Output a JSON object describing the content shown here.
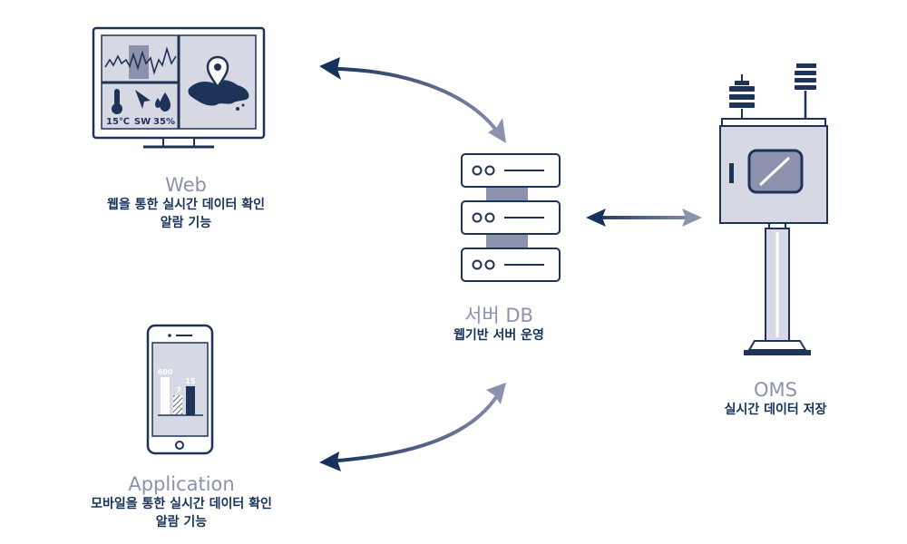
{
  "web": {
    "title": "Web",
    "lines": [
      "웹을 통한 실시간 데이터 확인",
      "알람 기능"
    ],
    "readouts": {
      "temperature": "15℃",
      "wind": "SW",
      "humidity": "35%"
    },
    "icons": [
      "monitor-icon",
      "line-chart-icon",
      "map-pin-icon",
      "map-icon",
      "thermometer-icon",
      "wind-direction-icon",
      "water-drop-icon"
    ]
  },
  "server": {
    "title": "서버 DB",
    "subtitle": "웹기반 서버 운영",
    "icons": [
      "server-rack-icon"
    ]
  },
  "oms": {
    "title": "OMS",
    "subtitle": "실시간 데이터 저장",
    "icons": [
      "monitoring-station-icon"
    ]
  },
  "app": {
    "title": "Application",
    "lines": [
      "모바일을 통한 실시간 데이터 확인",
      "알람 기능"
    ],
    "bar_labels": [
      "600",
      "7",
      "15"
    ],
    "icons": [
      "smartphone-icon",
      "bar-chart-icon"
    ]
  },
  "colors": {
    "navy": "#16315a",
    "light_blue": "#8c92ad",
    "outline": "#1e3358",
    "screen_fill": "#d6d8e4"
  }
}
